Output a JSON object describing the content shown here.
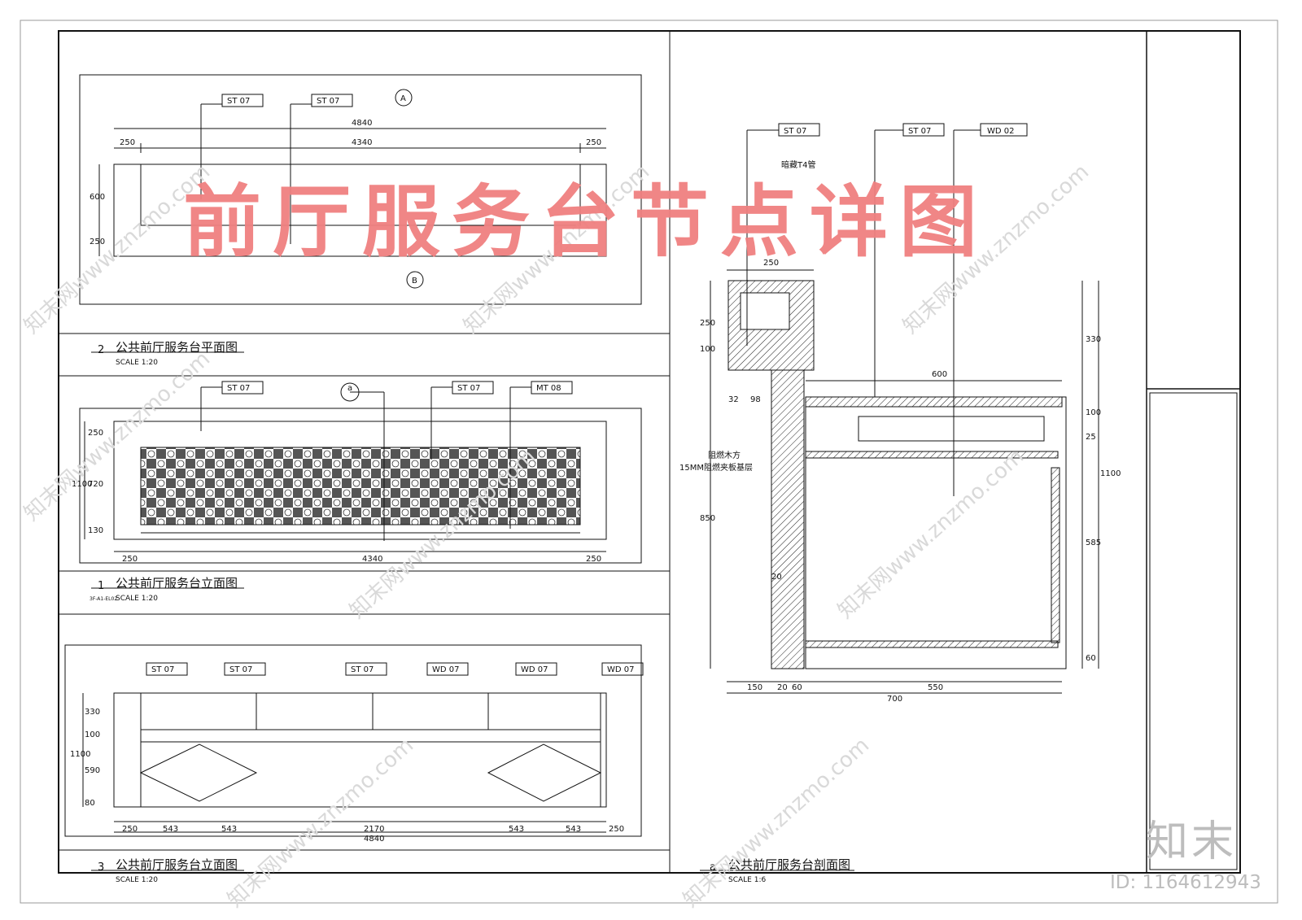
{
  "title": "前厅服务台节点详图",
  "brand": "知末",
  "drawing_id": "ID: 1164612943",
  "watermark": "知末网www.znzmo.com",
  "colors": {
    "title": "#f08080",
    "line": "#111111",
    "watermark": "#d9d9d9"
  },
  "panels": {
    "plan": {
      "number": "2",
      "title": "公共前厅服务台平面图",
      "scale": "SCALE 1:20",
      "tags": [
        "ST 07",
        "ST 07"
      ],
      "dims": {
        "total": "4840",
        "left": "250",
        "mid": "4340",
        "right": "250",
        "v1": "600",
        "v2": "250"
      },
      "markers": [
        "A",
        "B"
      ]
    },
    "elevation1": {
      "number": "1",
      "ref": "3F-A1-EL02",
      "title": "公共前厅服务台立面图",
      "scale": "SCALE 1:20",
      "tags": [
        "ST 07",
        "ST 07",
        "MT 08"
      ],
      "marker": "a",
      "dims": {
        "left": "250",
        "mid": "4340",
        "right": "250",
        "h_total": "1100",
        "h1": "250",
        "h2": "720",
        "h3": "130"
      }
    },
    "elevation3": {
      "number": "3",
      "title": "公共前厅服务台立面图",
      "scale": "SCALE 1:20",
      "tags": [
        "ST 07",
        "ST 07",
        "ST 07",
        "WD 07",
        "WD 07",
        "WD 07"
      ],
      "dims": {
        "bottom": [
          "250",
          "543",
          "543",
          "2170",
          "543",
          "543",
          "250"
        ],
        "total": "4840",
        "h_total": "1100",
        "h": [
          "330",
          "100",
          "590",
          "80"
        ]
      }
    },
    "section": {
      "number": "a",
      "title": "公共前厅服务台剖面图",
      "scale": "SCALE 1:6",
      "tags": [
        "ST 07",
        "ST 07",
        "WD 02"
      ],
      "notes": [
        "暗藏T4管",
        "阻燃木方",
        "15MM阻燃夹板基层"
      ],
      "dims": {
        "top": "250",
        "left_h": [
          "250",
          "100",
          "850",
          "20"
        ],
        "left_w": [
          "32",
          "98"
        ],
        "shelf": "600",
        "right_h": [
          "330",
          "100",
          "25",
          "585",
          "60"
        ],
        "right_total": "1100",
        "bottom": [
          "150",
          "20",
          "60",
          "550"
        ],
        "bottom_total": "700"
      }
    }
  }
}
